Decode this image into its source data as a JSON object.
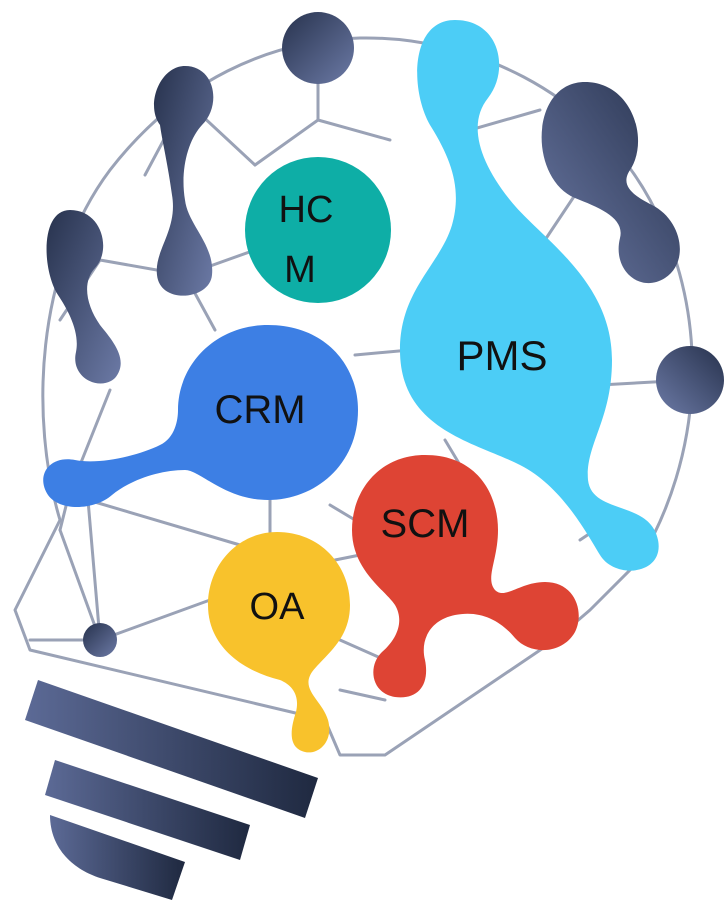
{
  "modules": {
    "hcm": {
      "line1": "HC",
      "line2": "M",
      "color": "#0eaea6"
    },
    "pms": {
      "label": "PMS",
      "color": "#4ccdf6"
    },
    "crm": {
      "label": "CRM",
      "color": "#3d7fe4"
    },
    "scm": {
      "label": "SCM",
      "color": "#de4434"
    },
    "oa": {
      "label": "OA",
      "color": "#f8c22c"
    }
  },
  "colors": {
    "network_line": "#9aa2b6",
    "dark_node_light": "#6c7aa6",
    "dark_node_dark": "#27324d",
    "bulb_base_light": "#5c6a96",
    "bulb_base_dark": "#1f2940"
  }
}
